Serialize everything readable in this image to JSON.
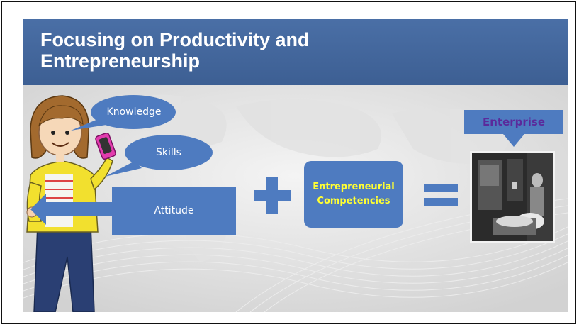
{
  "title": {
    "line1": "Focusing on Productivity and",
    "line2": "Entrepreneurship"
  },
  "bubbles": {
    "knowledge": "Knowledge",
    "skills": "Skills"
  },
  "attitude_label": "Attitude",
  "competencies": {
    "line1": "Entrepreneurial",
    "line2": "Competencies"
  },
  "enterprise_label": "Enterprise",
  "colors": {
    "title_bar": "#3d5f93",
    "shape_fill": "#4e7bc0",
    "competency_text": "#ffff33",
    "enterprise_text": "#5b2a9b"
  }
}
